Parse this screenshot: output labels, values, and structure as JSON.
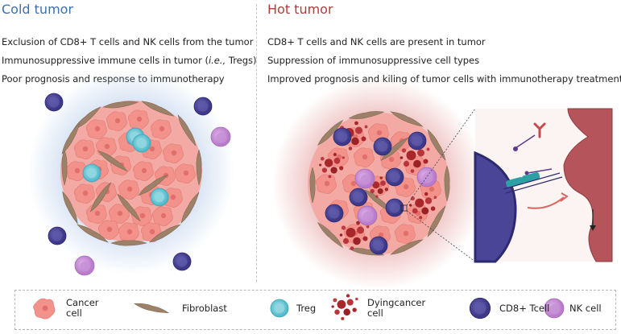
{
  "cold": {
    "title": "Cold tumor",
    "lines": [
      {
        "text": "Exclusion of CD8+ T cells and NK cells from the tumor"
      },
      {
        "pre": "Immunosuppressive immune cells in tumor (",
        "em": "i.e.,",
        "post": " Tregs)"
      },
      {
        "text": "Poor prognosis and response to immunotherapy"
      }
    ]
  },
  "hot": {
    "title": "Hot tumor",
    "lines": [
      {
        "text": "CD8+ T cells and NK cells are present in tumor"
      },
      {
        "text": "Suppression of immunosuppressive cell types"
      },
      {
        "text": "Improved prognosis and kiling of tumor cells with immunotherapy treatment"
      }
    ]
  },
  "legend": {
    "items": [
      {
        "label": "Cancer cell",
        "icon": "cancer-cell-icon"
      },
      {
        "label": "Fibroblast",
        "icon": "fibroblast-icon"
      },
      {
        "label": "Treg",
        "icon": "treg-icon"
      },
      {
        "label": "Dyingcancer cell",
        "icon": "dying-cancer-cell-icon"
      },
      {
        "label": "CD8+ Tcell",
        "icon": "cd8-tcell-icon"
      },
      {
        "label": "NK cell",
        "icon": "nk-cell-icon"
      }
    ]
  },
  "colors": {
    "cold_title": "#3f6fae",
    "hot_title": "#b33a3a",
    "cancer_cell": "#f08a80",
    "fibroblast": "#9c8068",
    "treg": "#5ec3d2",
    "dying_cell": "#a8272b",
    "cd8_tcell": "#4a4596",
    "nk_cell": "#c98fd6",
    "cold_glow": "#a9c3e6",
    "hot_glow": "#e59a9a"
  }
}
